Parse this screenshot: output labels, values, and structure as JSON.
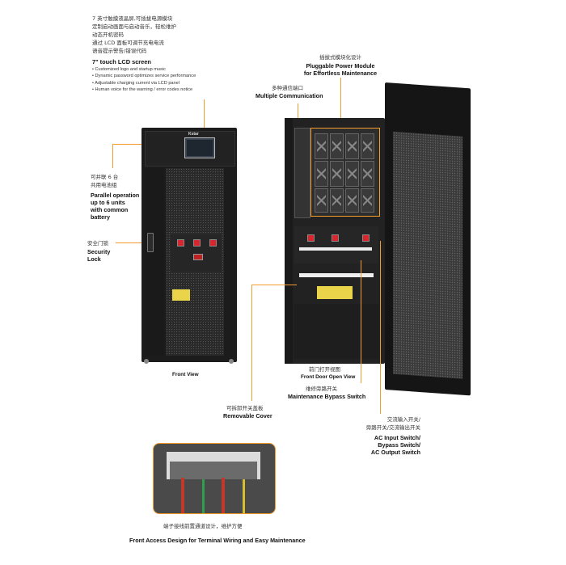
{
  "lcd": {
    "cn_lines": [
      "7 英寸触摸液晶屏,可插拔电源模块",
      "定制启动画面与启动音乐，轻松维护",
      "动态开机密码",
      "通过 LCD 面板可调节充电电流",
      "语音提示警告/错误代码"
    ],
    "title": "7\" touch LCD screen",
    "bullets": [
      "Customized logo and startup music",
      "Dynamic password optimizes service performance",
      "Adjustable charging current via LCD panel",
      "Human voice for the warning / error codes notice"
    ]
  },
  "parallel": {
    "cn_lines": [
      "可并联 6 台",
      "共用电池组"
    ],
    "en_lines": [
      "Parallel operation",
      "up to 6 units",
      "with common",
      "battery"
    ]
  },
  "lock": {
    "cn": "安全门锁",
    "en_lines": [
      "Security",
      "Lock"
    ]
  },
  "front_view": "Front  View",
  "brand_logo": "Kstar",
  "pluggable": {
    "cn": "插拔式模块化设计",
    "en_lines": [
      "Pluggable Power Module",
      "for Effortless Maintenance"
    ]
  },
  "multi_comm": {
    "cn": "多种通信端口",
    "en": "Multiple Communication"
  },
  "door_open": {
    "cn": "前门打开视图",
    "en": "Front Door Open View"
  },
  "bypass": {
    "cn": "维修旁路开关",
    "en": "Maintenance Bypass Switch"
  },
  "cover": {
    "cn": "可拆卸开关盖板",
    "en": "Removable Cover"
  },
  "ac_switch": {
    "cn_lines": [
      "交流输入开关/",
      "旁路开关/交流输出开关"
    ],
    "en_lines": [
      "AC Input Switch/",
      "Bypass Switch/",
      "AC Output Switch"
    ]
  },
  "terminal": {
    "cn": "端子接线前置通道设计，维护方便",
    "en": "Front Access Design for Terminal Wiring and Easy Maintenance"
  },
  "colors": {
    "accent": "#f39c2b",
    "cabinet": "#1c1c1c",
    "switch_red": "#d9262c",
    "warning_yellow": "#e9d44a"
  }
}
